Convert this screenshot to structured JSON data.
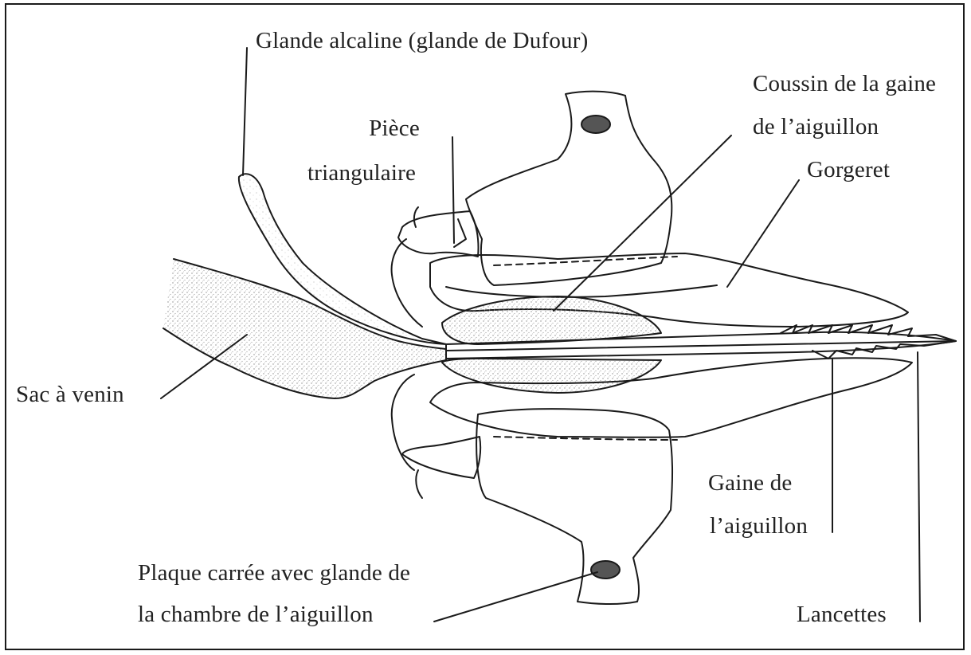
{
  "labels": {
    "glande_alcaline": "Glande alcaline (glande de Dufour)",
    "coussin_line1": "Coussin de la gaine",
    "coussin_line2": "de l’aiguillon",
    "piece_line1": "Pièce",
    "piece_line2": "triangulaire",
    "gorgeret": "Gorgeret",
    "sac_a_venin": "Sac à venin",
    "gaine_line1": "Gaine de",
    "gaine_line2": "l’aiguillon",
    "plaque_line1": "Plaque carrée avec glande de",
    "plaque_line2": "la chambre de l’aiguillon",
    "lancettes": "Lancettes"
  },
  "colors": {
    "ink": "#1a1a1a",
    "stipple": "#9a9a9a",
    "border": "#1a1a1a"
  }
}
